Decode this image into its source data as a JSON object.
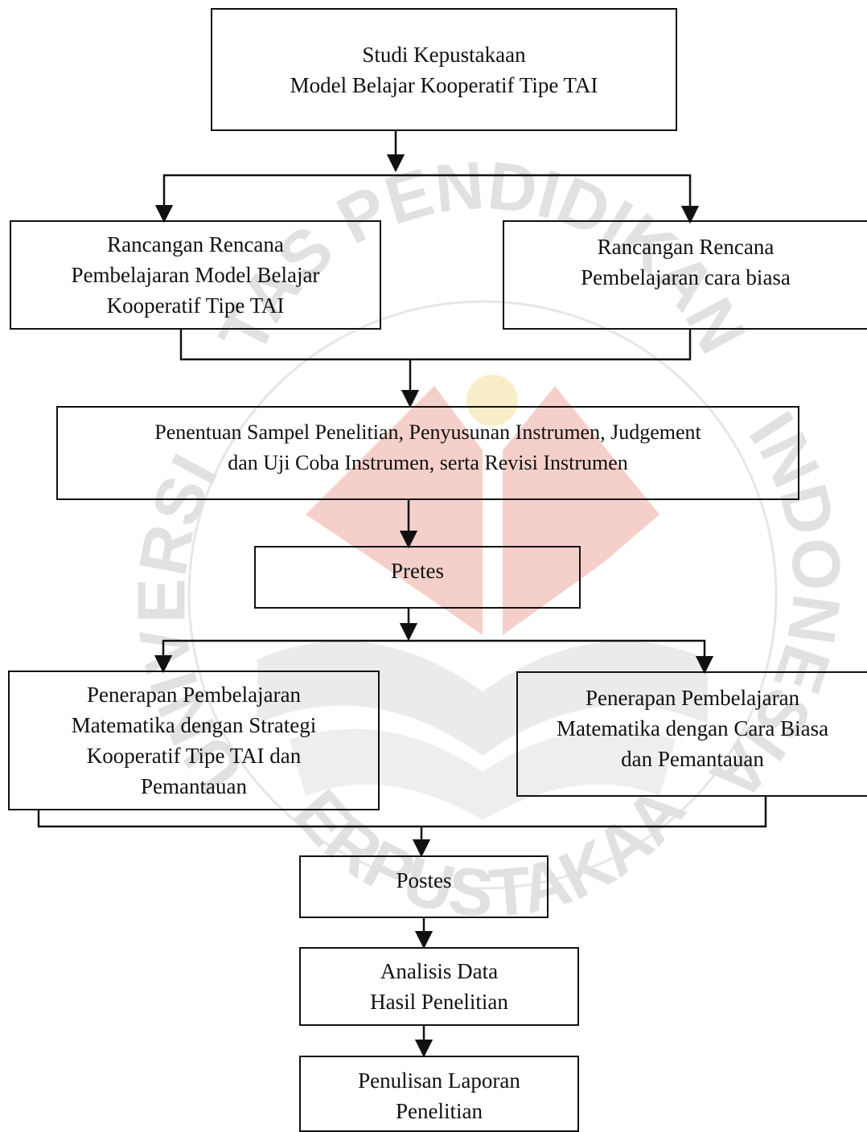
{
  "watermark": {
    "arc_top": "TAS PENDIDIKAN",
    "left_text": "UNIVERSI",
    "right_text": "INDONESIA",
    "arc_bottom": "PERPUSTAKAAN",
    "colors": {
      "red": "#f2c4bd",
      "yellow": "#f7edc2",
      "gray": "#dcdcdc"
    }
  },
  "nodes": {
    "studi": [
      "Studi Kepustakaan",
      "Model Belajar Kooperatif Tipe TAI"
    ],
    "rancangan_tai": [
      "Rancangan Rencana",
      "Pembelajaran Model Belajar",
      "Kooperatif Tipe TAI"
    ],
    "rancangan_biasa": [
      "Rancangan Rencana",
      "Pembelajaran cara biasa"
    ],
    "penentuan": [
      "Penentuan Sampel Penelitian, Penyusunan Instrumen, Judgement",
      "dan Uji Coba Instrumen, serta Revisi Instrumen"
    ],
    "pretes": [
      "Pretes"
    ],
    "penerapan_tai": [
      "Penerapan Pembelajaran",
      "Matematika dengan Strategi",
      "Kooperatif Tipe TAI dan",
      "Pemantauan"
    ],
    "penerapan_biasa": [
      "Penerapan Pembelajaran",
      "Matematika dengan Cara Biasa",
      "dan Pemantauan"
    ],
    "postes": [
      "Postes"
    ],
    "analisis": [
      "Analisis Data",
      "Hasil Penelitian"
    ],
    "penulisan": [
      "Penulisan Laporan",
      "Penelitian"
    ]
  }
}
